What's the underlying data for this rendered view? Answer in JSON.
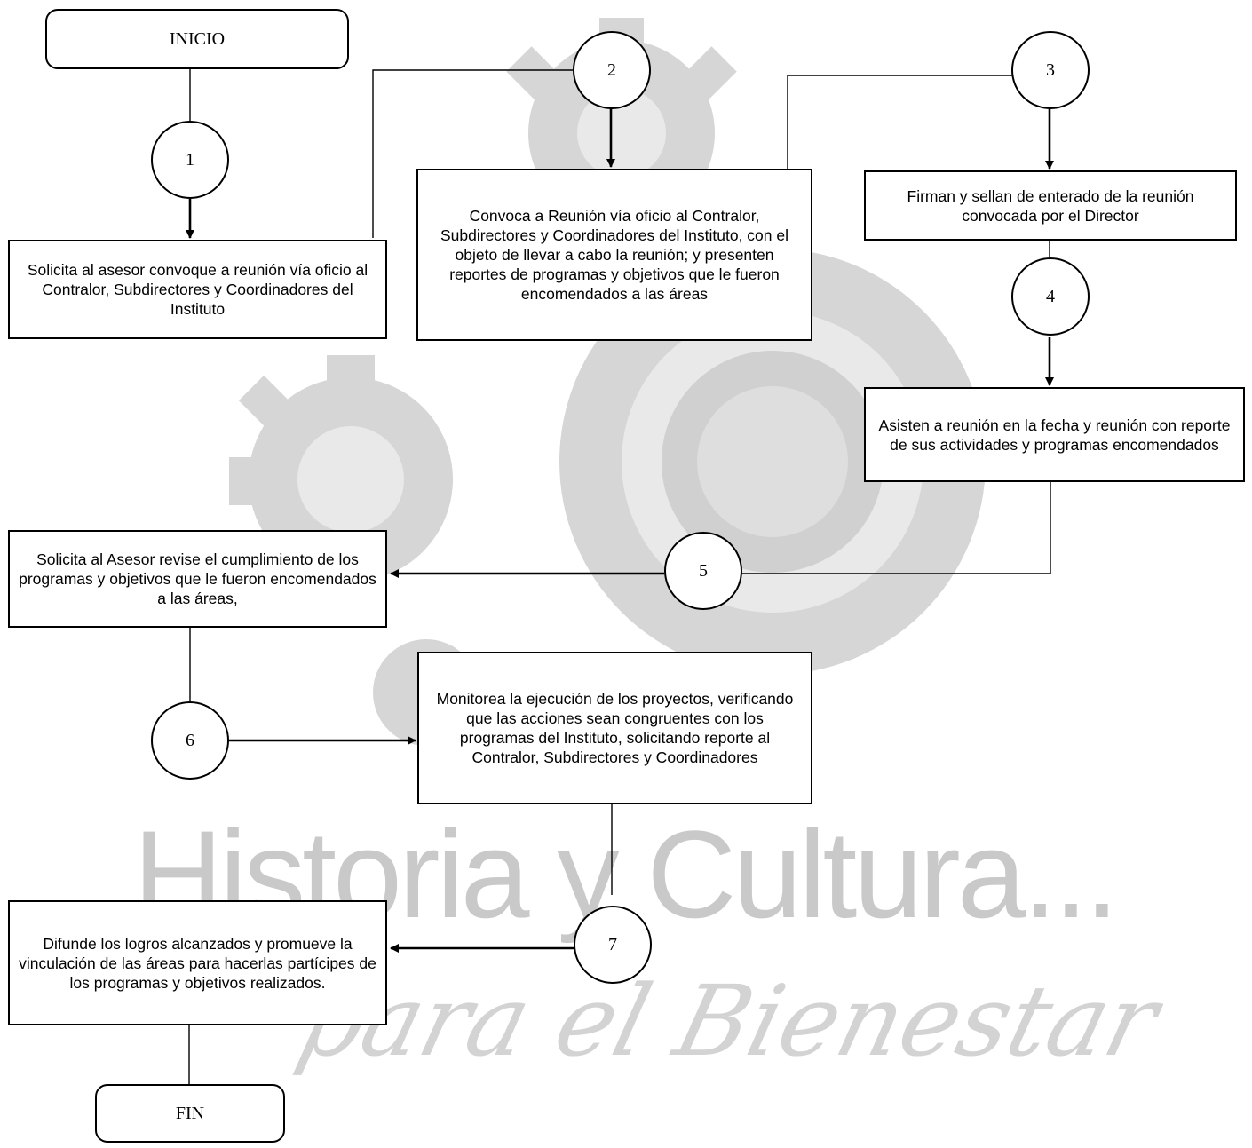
{
  "start_label": "INICIO",
  "end_label": "FIN",
  "steps": [
    {
      "number": "1",
      "text": "Solicita al asesor convoque a reunión vía oficio al Contralor, Subdirectores y Coordinadores del Instituto"
    },
    {
      "number": "2",
      "text": "Convoca a Reunión vía oficio al Contralor, Subdirectores y Coordinadores del Instituto, con el objeto de llevar a cabo la reunión; y presenten reportes de programas y objetivos que le fueron encomendados a las áreas"
    },
    {
      "number": "3",
      "text": "Firman y sellan de enterado de la reunión convocada por el Director"
    },
    {
      "number": "4",
      "text": "Asisten a reunión en la fecha y reunión con reporte de sus actividades y programas encomendados"
    },
    {
      "number": "5",
      "text": "Solicita al Asesor revise el cumplimiento de los programas y objetivos que le fueron encomendados a las áreas,"
    },
    {
      "number": "6",
      "text": "Monitorea la ejecución de los proyectos, verificando que las acciones sean congruentes con los programas del Instituto, solicitando reporte al Contralor, Subdirectores y Coordinadores"
    },
    {
      "number": "7",
      "text": "Difunde los logros alcanzados y promueve la vinculación de las áreas para hacerlas partícipes de los programas y objetivos realizados."
    }
  ],
  "watermark": {
    "line1": "Historia y Cultura...",
    "line2": "para el Bienestar"
  }
}
